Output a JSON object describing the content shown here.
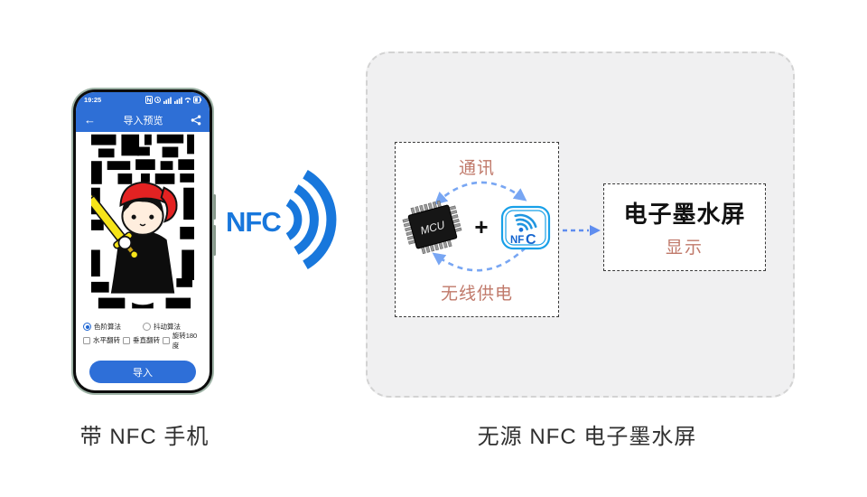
{
  "captions": {
    "phone": "带 NFC 手机",
    "display": "无源 NFC 电子墨水屏"
  },
  "nfc_logo": {
    "text": "NFC"
  },
  "phone": {
    "status_bar": {
      "time": "19:25"
    },
    "app_bar": {
      "title": "导入预览"
    },
    "options": {
      "radios": [
        {
          "label": "色阶算法",
          "selected": true
        },
        {
          "label": "抖动算法",
          "selected": false
        }
      ],
      "checkboxes": [
        {
          "label": "水平翻转",
          "checked": false
        },
        {
          "label": "垂直翻转",
          "checked": false
        },
        {
          "label": "旋转180度",
          "checked": false
        }
      ]
    },
    "import_button": {
      "label": "导入"
    }
  },
  "diagram": {
    "module_box": {
      "top_label": "通讯",
      "bottom_label": "无线供电",
      "plus": "+",
      "mcu_label": "MCU",
      "nfc_chip_label_nf": "NF",
      "nfc_chip_label_c": "C"
    },
    "eink_box": {
      "title": "电子墨水屏",
      "subtitle": "显示"
    }
  },
  "colors": {
    "app_blue": "#2e6fd6",
    "button_blue": "#2e6fd8",
    "nfc_logo_blue": "#1877dc",
    "curved_arrow_blue": "#78a6f3",
    "flow_arrow_blue": "#5f8def",
    "accent_salmon": "#c0796a",
    "gray_panel": "#f0f0f1",
    "cap_red": "#e32222",
    "sword_yellow": "#f6e419",
    "phone_frame_green": "#9fb4a7"
  }
}
